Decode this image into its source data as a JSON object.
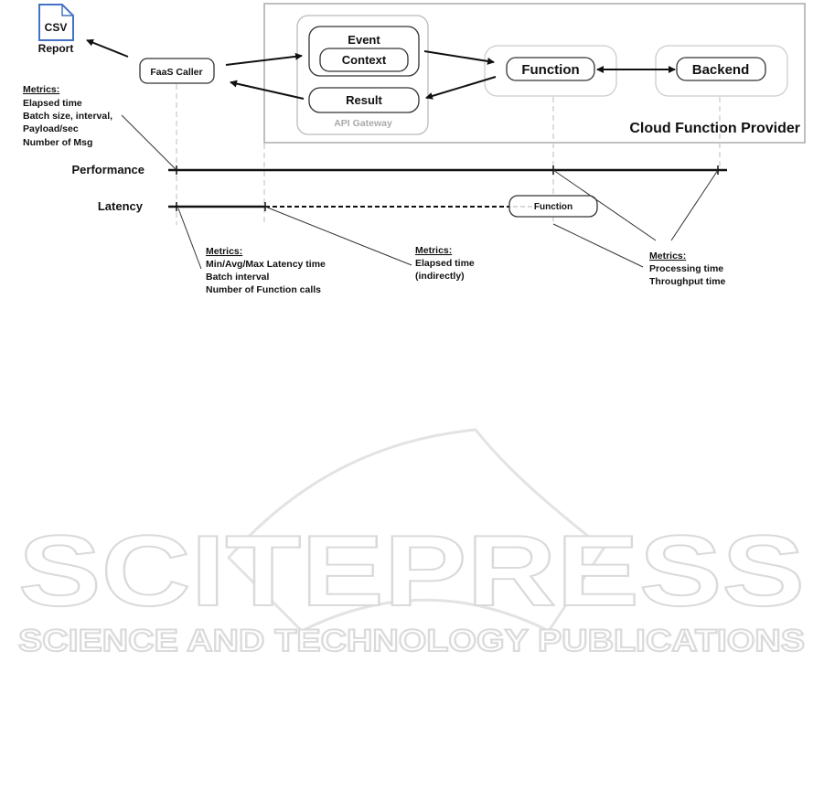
{
  "report": {
    "file_label": "CSV",
    "caption": "Report"
  },
  "caller": {
    "label": "FaaS Caller"
  },
  "gateway": {
    "event": "Event",
    "context": "Context",
    "result": "Result",
    "label": "API Gateway"
  },
  "provider": {
    "function": "Function",
    "backend": "Backend",
    "label": "Cloud Function Provider"
  },
  "timelines": {
    "performance": "Performance",
    "latency": "Latency",
    "latency_function": "Function"
  },
  "metrics": {
    "caller": {
      "title": "Metrics:",
      "lines": [
        "Elapsed time",
        "Batch size, interval,",
        "Payload/sec",
        "Number of Msg"
      ]
    },
    "latency": {
      "title": "Metrics:",
      "lines": [
        "Min/Avg/Max Latency time",
        "Batch interval",
        "Number of Function calls"
      ]
    },
    "gateway": {
      "title": "Metrics:",
      "lines": [
        "Elapsed time",
        "(indirectly)"
      ]
    },
    "function": {
      "title": "Metrics:",
      "lines": [
        "Processing time",
        "Throughput time"
      ]
    }
  },
  "watermark": {
    "title": "SCITEPRESS",
    "subtitle": "SCIENCE AND TECHNOLOGY PUBLICATIONS"
  },
  "colors": {
    "doc_blue": "#4472c4",
    "gray_box": "#bbbbbb"
  }
}
